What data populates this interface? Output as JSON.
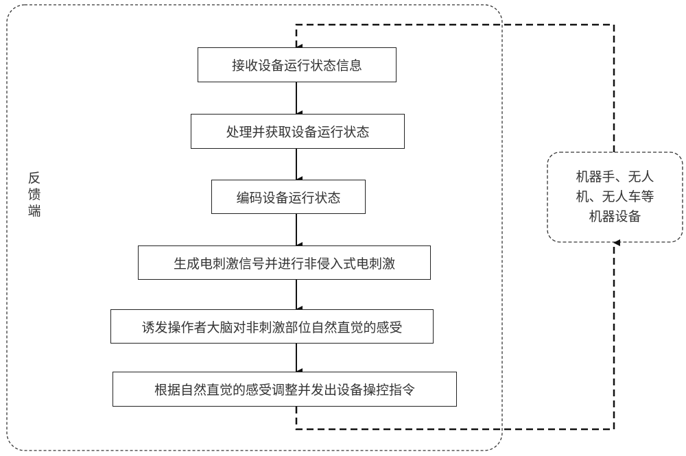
{
  "diagram": {
    "feedback_label": "反馈端",
    "steps": [
      {
        "label": "接收设备运行状态信息"
      },
      {
        "label": "处理并获取设备运行状态"
      },
      {
        "label": "编码设备运行状态"
      },
      {
        "label": "生成电刺激信号并进行非侵入式电刺激"
      },
      {
        "label": "诱发操作者大脑对非刺激部位自然直觉的感受"
      },
      {
        "label": "根据自然直觉的感受调整并发出设备操控指令"
      }
    ],
    "device": {
      "lines": [
        "机器手、无人",
        "机、无人车等",
        "机器设备"
      ]
    },
    "colors": {
      "stroke": "#111111",
      "text": "#333333",
      "background": "#ffffff"
    }
  }
}
